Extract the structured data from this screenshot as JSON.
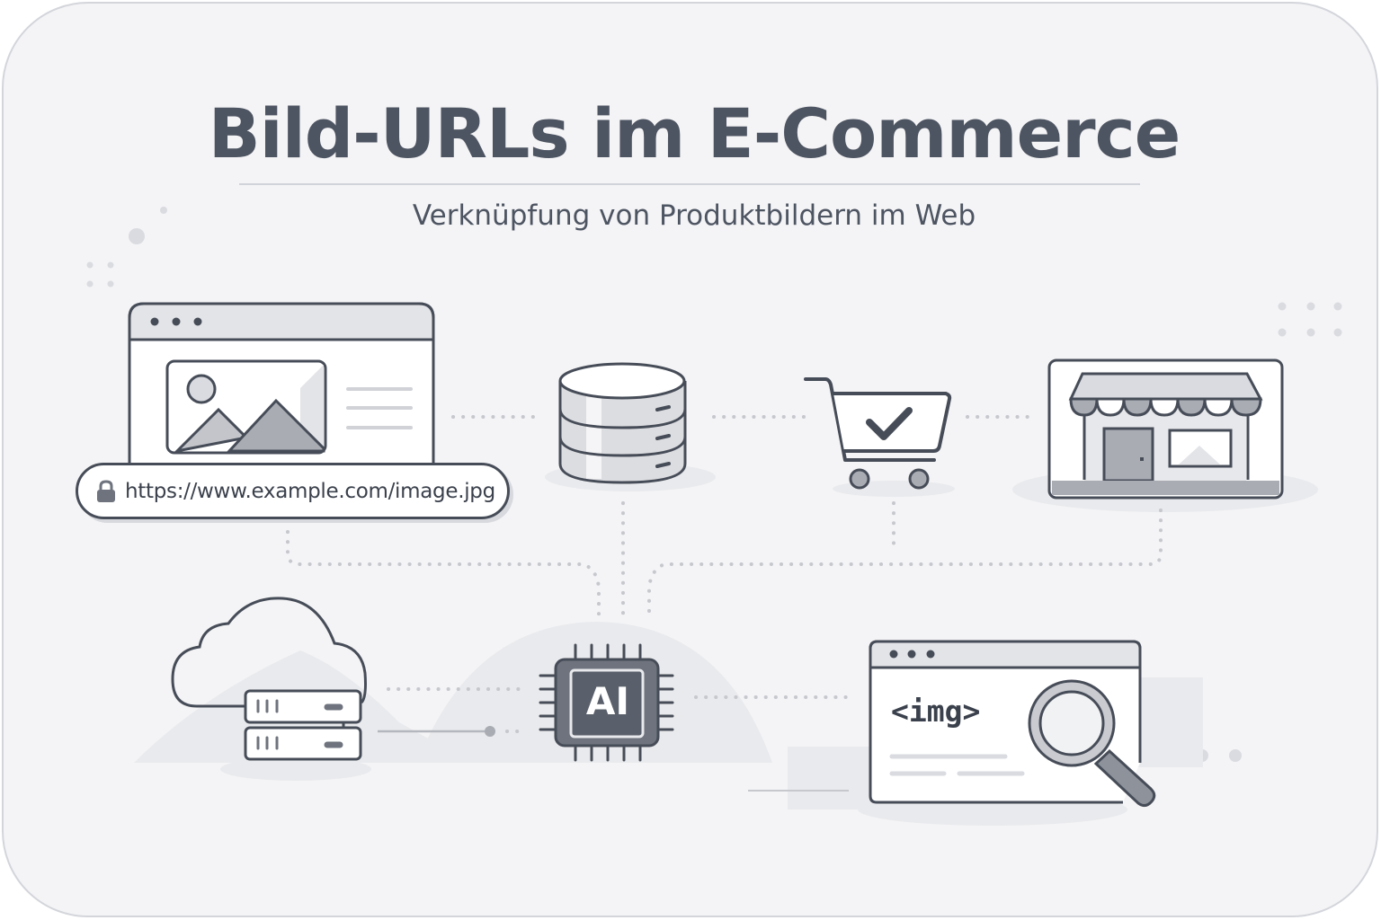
{
  "header": {
    "title": "Bild-URLs im E-Commerce",
    "subtitle": "Verknüpfung von Produktbildern im Web"
  },
  "nodes": {
    "browser_image": {
      "label": "browser-with-product-image",
      "url": "https://www.example.com/image.jpg"
    },
    "database": {
      "label": "database"
    },
    "cart": {
      "label": "shopping-cart-checked"
    },
    "storefront": {
      "label": "online-storefront"
    },
    "cloud_server": {
      "label": "cloud-server"
    },
    "ai_chip": {
      "label": "AI"
    },
    "html_inspector": {
      "label": "browser-img-tag-search",
      "tag": "<img>"
    }
  },
  "colors": {
    "background": "#f4f4f6",
    "stroke": "#474d58",
    "title": "#4e5562",
    "fill_mid": "#a9acb3",
    "fill_light": "#e3e4e8",
    "dots": "#c6c8ce"
  }
}
